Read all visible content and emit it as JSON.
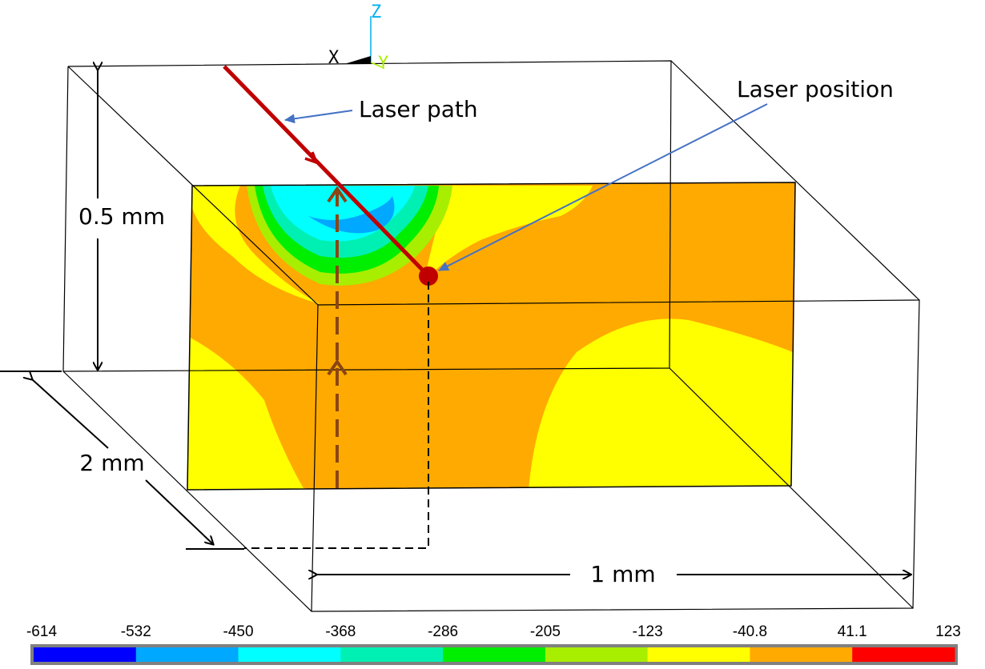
{
  "axes": {
    "x": "X",
    "y": "Y",
    "z": "Z"
  },
  "annotations": {
    "laser_path": "Laser path",
    "laser_position": "Laser position",
    "height": "0.5 mm",
    "depth": "2 mm",
    "width": "1 mm"
  },
  "colors": {
    "laser": "#c00000",
    "laser_dashed": "#8b4513",
    "pointer": "#4472c4",
    "frame": "#000000"
  },
  "legend": {
    "ticks": [
      "-614",
      "-532",
      "-450",
      "-368",
      "-286",
      "-205",
      "-123",
      "-40.8",
      "41.1",
      "123"
    ],
    "colors": [
      "#0000ff",
      "#00a8ff",
      "#00ffff",
      "#00f0b4",
      "#00ee00",
      "#a8ee00",
      "#ffff00",
      "#ffaa00",
      "#ff0000"
    ]
  }
}
